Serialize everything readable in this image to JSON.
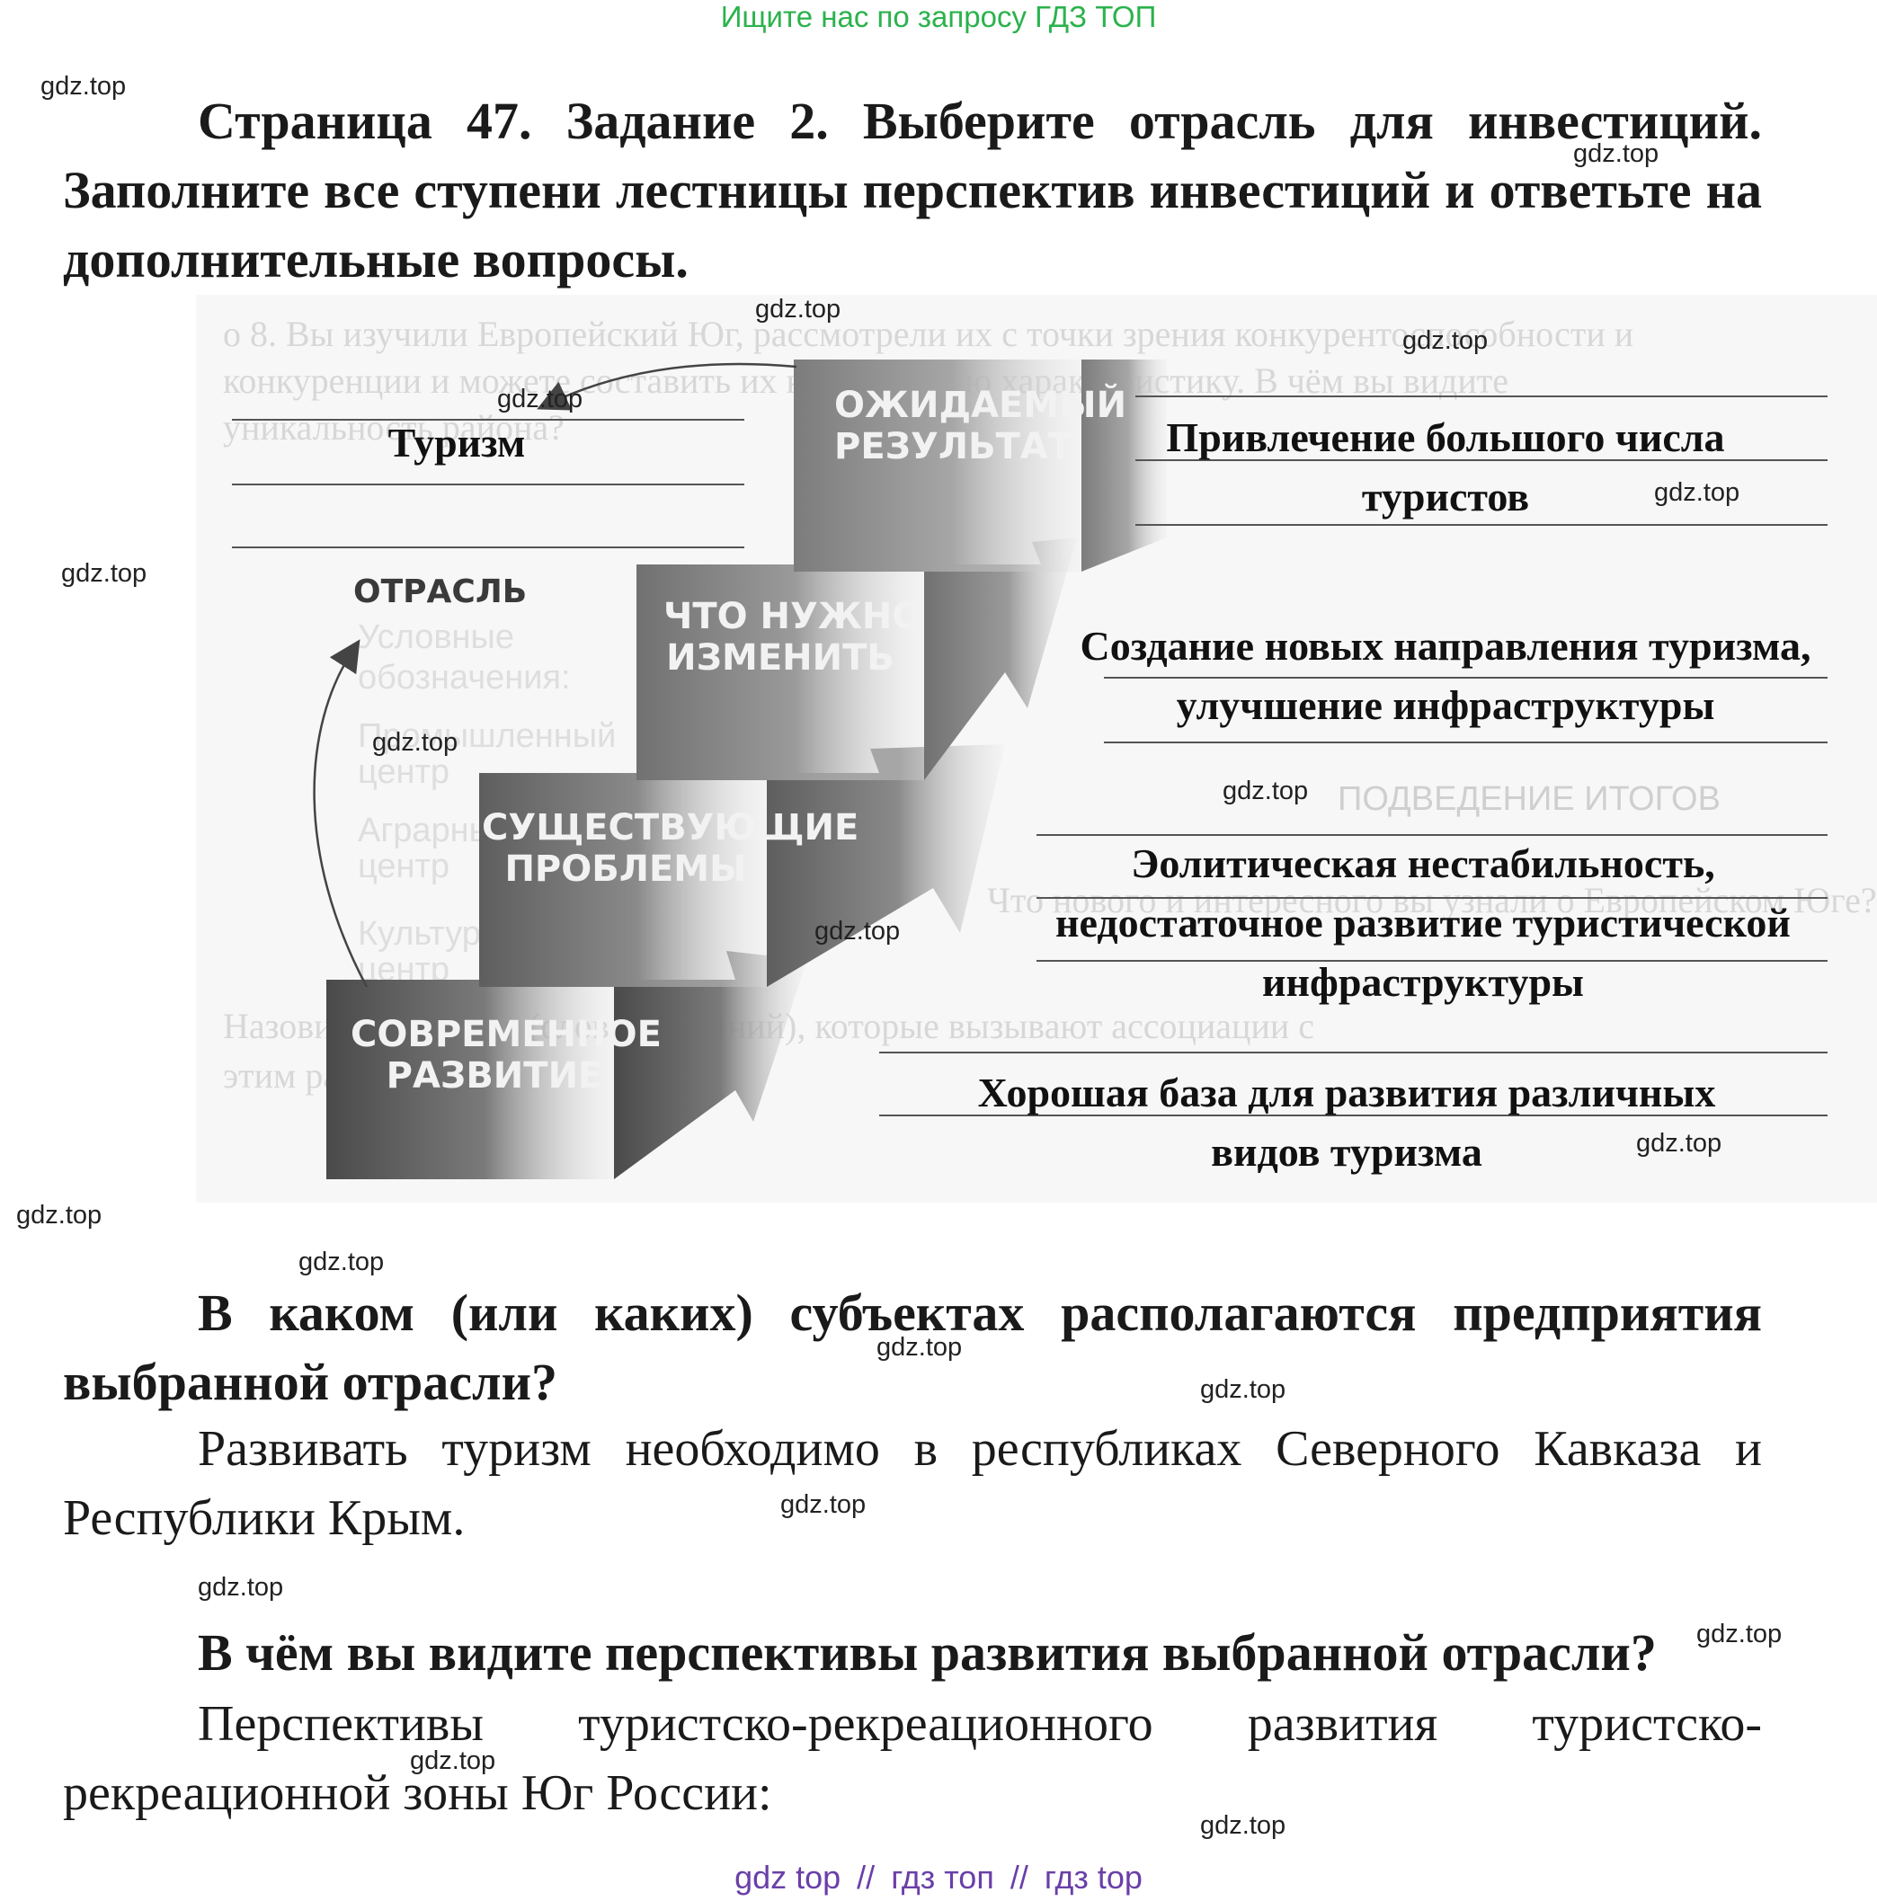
{
  "top_link": "Ищите нас по запросу ГДЗ ТОП",
  "watermark": "gdz.top",
  "task_heading": "Страница 47. Задание 2. Выберите отрасль для инвестиций. Заполните все ступени лестницы перспектив инвестиций и ответьте на дополнительные вопросы.",
  "diagram": {
    "branch_label": "ОТРАСЛЬ",
    "branch_answer": "Туризм",
    "steps": [
      {
        "label_line1": "ОЖИДАЕМЫЙ",
        "label_line2": "РЕЗУЛЬТАТ",
        "answer_line1": "Привлечение большого числа",
        "answer_line2": "туристов"
      },
      {
        "label_line1": "ЧТО НУЖНО",
        "label_line2": "ИЗМЕНИТЬ",
        "answer_line1": "Создание новых направления туризма,",
        "answer_line2": "улучшение инфраструктуры"
      },
      {
        "label_line1": "СУЩЕСТВУЮЩИЕ",
        "label_line2": "ПРОБЛЕМЫ",
        "answer_line1": "Эолитическая нестабильность,",
        "answer_line2": "недостаточное развитие туристической",
        "answer_line3": "инфраструктуры"
      },
      {
        "label_line1": "СОВРЕМЕННОЕ",
        "label_line2": "РАЗВИТИЕ",
        "answer_line1": "Хорошая база для развития различных",
        "answer_line2": "видов туризма"
      }
    ]
  },
  "question1": "В каком (или каких) субъектах располагаются предприятия выбранной отрасли?",
  "answer1": "Развивать туризм необходимо в республиках Северного Кавказа и Республики Крым.",
  "question2": "В чём вы видите перспективы развития выбранной отрасли?",
  "answer2": "Перспективы туристско-рекреационного развития туристско-рекреационной зоны Юг России:",
  "footer": {
    "part1": "gdz top",
    "sep": "//",
    "part2": "гдз топ",
    "part3": "гдз top"
  }
}
